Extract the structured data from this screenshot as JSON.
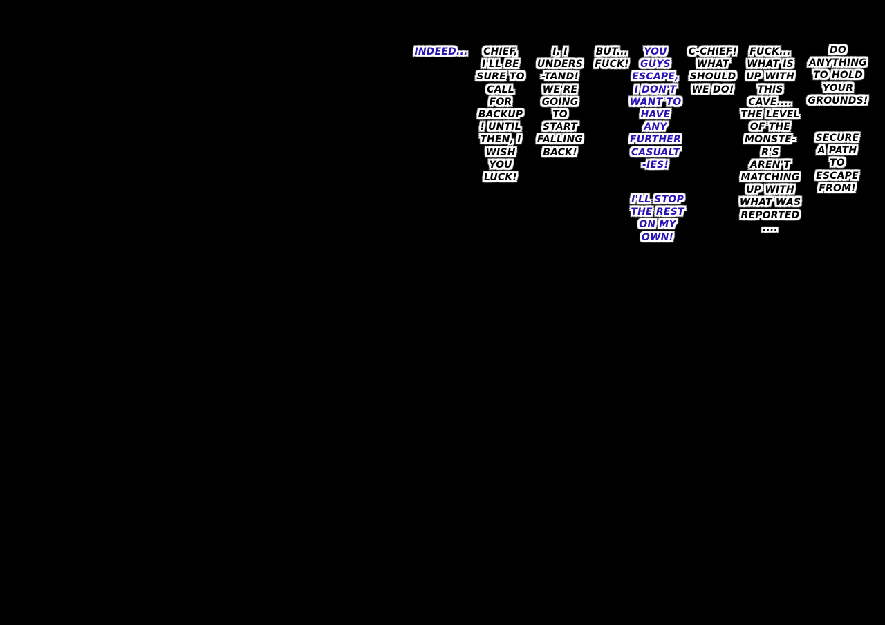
{
  "colors": {
    "background": "#000000",
    "narration": "#2a14b4",
    "speech": "#000000",
    "outline": "#ffffff"
  },
  "bubbles": {
    "indeed": "INDEED...",
    "chief_backup": "CHIEF,\nI'LL BE\nSURE TO\nCALL\nFOR\nBACKUP\n! UNTIL\nTHEN, I\nWISH\nYOU\nLUCK!",
    "understand": "I, I\nUNDERS\n-TAND!\nWE'RE\nGOING\nTO\nSTART\nFALLING\nBACK!",
    "but_fuck": "BUT...\nFUCK!",
    "you_guys_escape": "YOU\nGUYS\nESCAPE,\nI DON'T\nWANT TO\nHAVE\nANY\nFURTHER\nCASUALT\n-IES!",
    "stop_the_rest": "I'LL STOP\nTHE REST\nON MY\nOWN!",
    "c_chief": "C-CHIEF!\nWHAT\nSHOULD\nWE DO!",
    "fuck_cave": "FUCK...\nWHAT IS\nUP WITH\nTHIS\nCAVE....\nTHE LEVEL\nOF THE\nMONSTE-\nR'S\nAREN'T\nMATCHING\nUP WITH\nWHAT WAS\nREPORTED\n....",
    "hold_grounds": "DO\nANYTHING\nTO HOLD\nYOUR\nGROUNDS!",
    "secure_path": "SECURE\nA PATH\nTO\nESCAPE\nFROM!"
  }
}
